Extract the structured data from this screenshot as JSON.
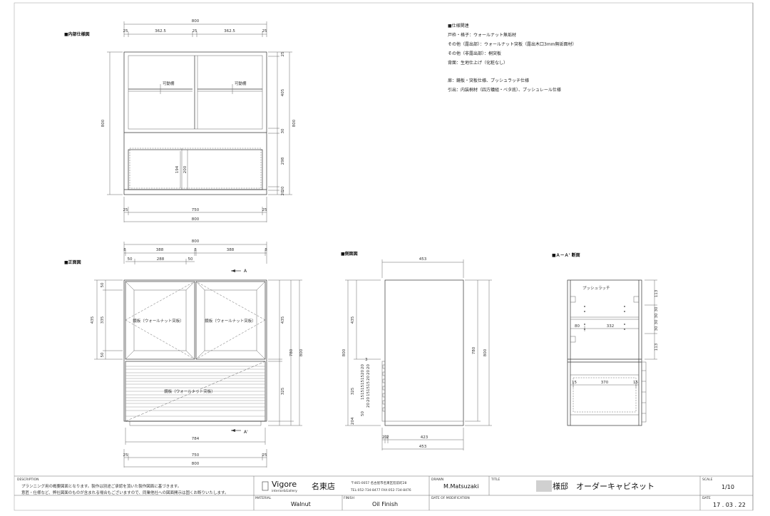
{
  "views": {
    "interior": {
      "label": "■内部仕様図",
      "top_total": "800",
      "top_segments": [
        "25",
        "362.5",
        "25",
        "362.5",
        "25"
      ],
      "left_height": "800",
      "right_dims": [
        "25",
        "405",
        "30",
        "298",
        "20",
        "20"
      ],
      "right_total": "800",
      "shelf_label": "可動棚",
      "drawer_dims": [
        "194",
        "200"
      ],
      "bottom_segments": [
        "25",
        "750",
        "25"
      ],
      "bottom_total": "800"
    },
    "front": {
      "label": "■正面図",
      "top_total": "800",
      "top_segments": [
        "8",
        "388",
        "8",
        "388",
        "8"
      ],
      "sub_segments": [
        "50",
        "288",
        "50"
      ],
      "left_outer": "435",
      "left_inner": [
        "50",
        "335",
        "50"
      ],
      "right_dims": [
        "435",
        "780",
        "800"
      ],
      "drawer_right": "325",
      "door_text": "鏡板（ウォールナット突板）",
      "drawer_text": "鏡板（ウォールナット突板）",
      "section_marker_top": "A",
      "section_marker_bottom": "A'",
      "bottom_width": "784",
      "bottom_segments": [
        "25",
        "750",
        "25"
      ],
      "bottom_total": "800"
    },
    "side": {
      "label": "■側面図",
      "top_depth": "453",
      "left_dims": [
        "800",
        "435",
        "325"
      ],
      "slat_dims": [
        "3",
        "20",
        "20",
        "15",
        "15",
        "15",
        "15",
        "15",
        "20",
        "20",
        "20",
        "15",
        "15",
        "15",
        "20",
        "20",
        "50",
        "204"
      ],
      "right_dims": [
        "780",
        "800"
      ],
      "bottom_segments": [
        "20",
        "2",
        "423"
      ],
      "bottom_total": "453"
    },
    "section": {
      "label": "■Ａ－Ａ' 断面",
      "push_latch": "プッシュラッチ",
      "dims_right": [
        "113",
        "30",
        "30",
        "30",
        "30",
        "113"
      ],
      "inner_dims": [
        "80",
        "332"
      ],
      "drawer_dims": [
        "15",
        "370",
        "15"
      ]
    }
  },
  "specs": {
    "heading": "■仕様関連",
    "lines": [
      "戸枠・格子：ウォールナット無垢材",
      "その他（露出部）：ウォールナット突板（露出木口3mm無垢面材）",
      "その他（非露出部）：桐突板",
      "背面：生地仕上げ（化粧なし）",
      "",
      "扉：鏡板・突板仕様、プッシュラッチ仕様",
      "引出：内装桐材（四方蟻組・べタ底）、プッシュレール仕様"
    ]
  },
  "title_block": {
    "description_label": "DESCRIPTION",
    "description_lines": [
      "プランニング用の概要図面となります。製作は別途ご承認を頂いた製作図面に基づきます。",
      "意匠・仕様など、弊社図面のものが含まれる場合もございますので、同業他社への図面開示は固くお断りいたします。"
    ],
    "brand": "Vigore",
    "brand_sub": "interior&Gallery",
    "store": "名東店",
    "address": "〒465-0057 名古屋市名東区陸前町28",
    "tel": "TEL:052-734-8477  FAX:052-734-8476",
    "drawn_label": "DRAWN",
    "drawn": "M.Matsuzaki",
    "title_label": "TITLE",
    "title": "様邸　オーダーキャビネット",
    "scale_label": "SCALE",
    "scale": "1/10",
    "material_label": "MATERIAL",
    "material": "Walnut",
    "finish_label": "FINISH",
    "finish": "Oil Finish",
    "date_mod_label": "DATE OF MODIFICATION",
    "date_label": "DATE",
    "date": "17 . 03 . 22"
  }
}
